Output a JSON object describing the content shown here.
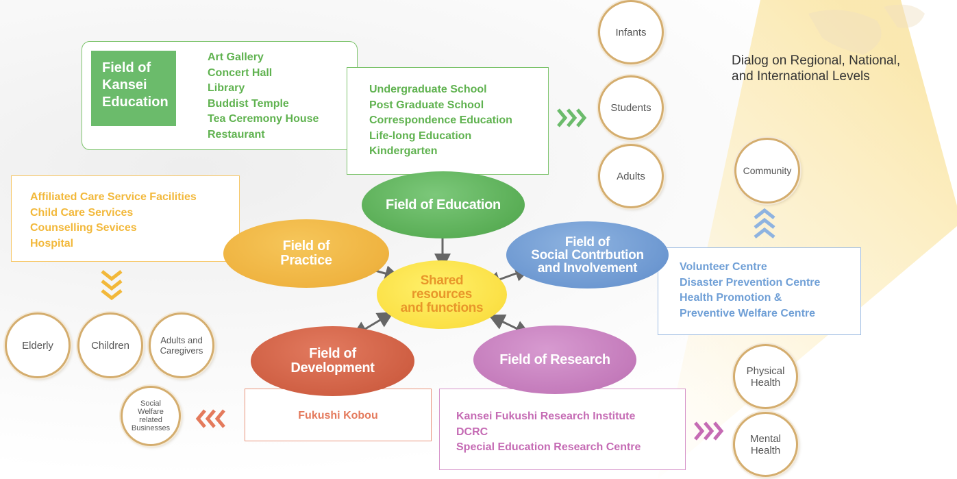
{
  "kansei": {
    "label_lines": [
      "Field of",
      "Kansei",
      "Education"
    ],
    "items": [
      "Art Gallery",
      "Concert Hall",
      "Library",
      "Buddist Temple",
      "Tea Ceremony House",
      "Restaurant"
    ]
  },
  "education_box": {
    "items": [
      "Undergraduate School",
      "Post Graduate School",
      "Correspondence Education",
      "Life-long Education",
      "Kindergarten"
    ]
  },
  "practice_box": {
    "items": [
      "Affiliated Care Service Facilities",
      "Child Care Services",
      "Counselling Sevices",
      "Hospital"
    ]
  },
  "social_box": {
    "items": [
      "Volunteer Centre",
      "Disaster Prevention Centre",
      "Health Promotion &",
      "Preventive Welfare Centre"
    ]
  },
  "development_box": {
    "text": "Fukushi Kobou"
  },
  "research_box": {
    "items": [
      "Kansei Fukushi Research Institute",
      "DCRC",
      "Special Education Research Centre"
    ]
  },
  "dialog": {
    "lines": [
      "Dialog on Regional, National,",
      "and International Levels"
    ]
  },
  "fields": {
    "education": "Field of Education",
    "practice": "Field of\nPractice",
    "social": "Field of\nSocial Contrbution\nand Involvement",
    "shared": "Shared\nresources\nand functions",
    "development": "Field of\nDevelopment",
    "research": "Field of Research"
  },
  "targets": {
    "infants": "Infants",
    "students": "Students",
    "adults": "Adults",
    "community": "Community",
    "elderly": "Elderly",
    "children": "Children",
    "adults_caregivers": "Adults and\nCaregivers",
    "social_welfare": "Social\nWelfare\nrelated\nBusinesses",
    "physical_health": "Physical\nHealth",
    "mental_health": "Mental\nHealth"
  },
  "colors": {
    "education": "#5aae56",
    "practice": "#efb340",
    "social": "#6d98d1",
    "shared": "#fbe045",
    "development": "#cf5f43",
    "research": "#c47bbb",
    "circle_border": "#d4ad6e",
    "beam": "#fdf3cf"
  }
}
